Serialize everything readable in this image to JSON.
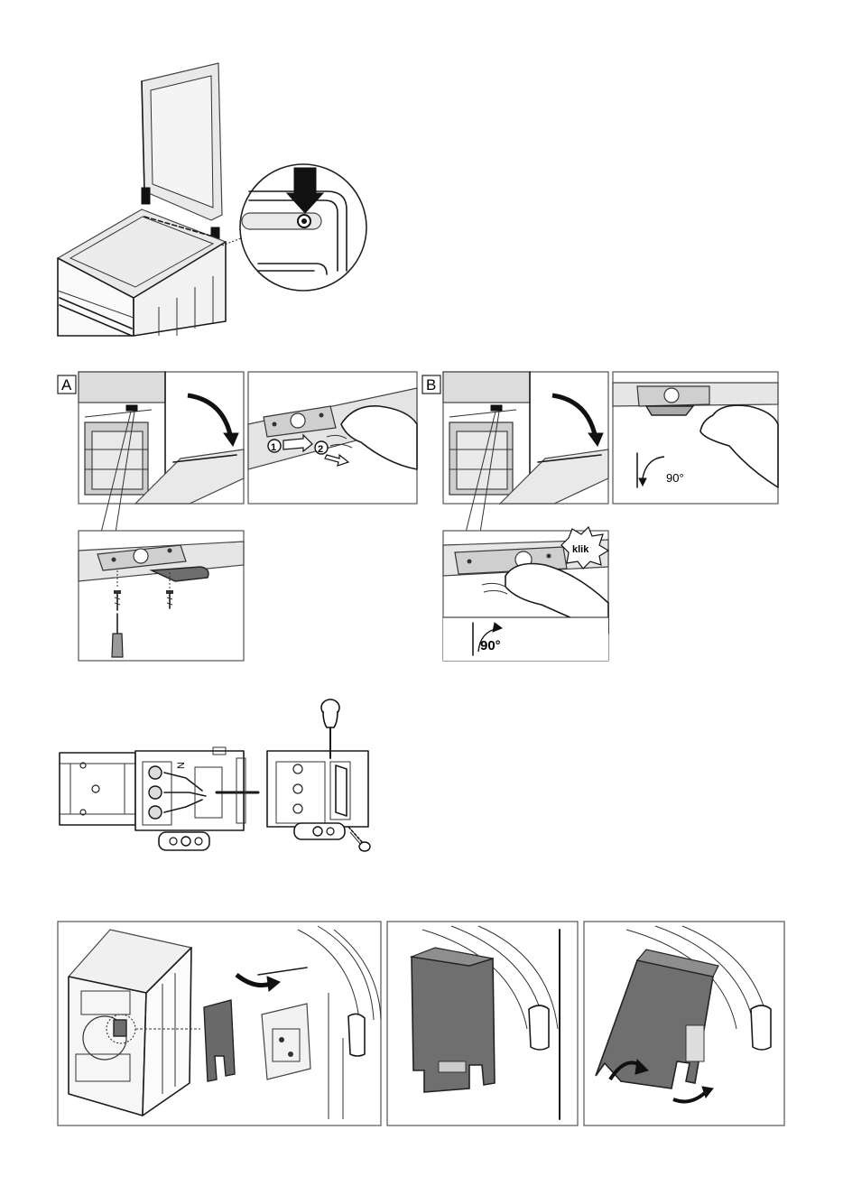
{
  "figures": {
    "lid_install": {},
    "door_hinge": {
      "labels": {
        "a": "A",
        "b": "B"
      },
      "steps": {
        "one": "1",
        "two": "2"
      },
      "angle_b": "90°",
      "angle_c": "90°",
      "click_text": "klik"
    },
    "terminal_block": {
      "mark_n": "N"
    },
    "rear_cover": {}
  }
}
